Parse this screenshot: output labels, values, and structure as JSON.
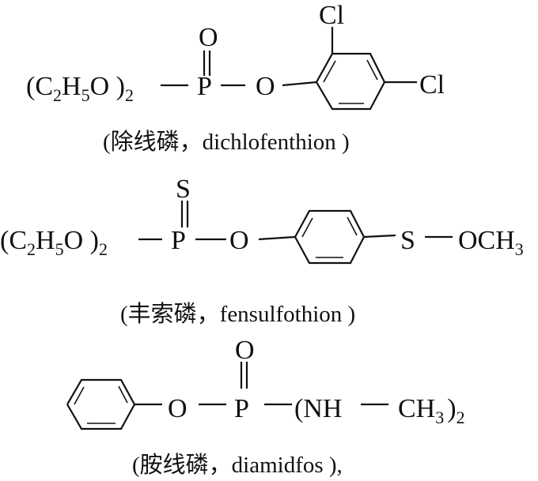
{
  "compounds": [
    {
      "formula": {
        "a": "(C",
        "a_sub": "2",
        "b": "H",
        "b_sub": "5",
        "c": "O )",
        "c_sub": "2",
        "p": "P",
        "o_top": "O",
        "o_link": "O",
        "cl_top": "Cl",
        "cl_right": "Cl"
      },
      "caption": "(除线磷，dichlofenthion )"
    },
    {
      "formula": {
        "a": "(C",
        "a_sub": "2",
        "b": "H",
        "b_sub": "5",
        "c": "O )",
        "c_sub": "2",
        "p": "P",
        "s_top": "S",
        "o_link": "O",
        "s_link": "S",
        "och": "OCH",
        "och_sub": "3"
      },
      "caption": "(丰索磷，fensulfothion )"
    },
    {
      "formula": {
        "o_link": "O",
        "p": "P",
        "o_top": "O",
        "nh": "(NH",
        "ch": "CH",
        "ch_sub": "3",
        "close": ")",
        "close_sub": "2"
      },
      "caption": "(胺线磷，diamidfos ),"
    }
  ]
}
